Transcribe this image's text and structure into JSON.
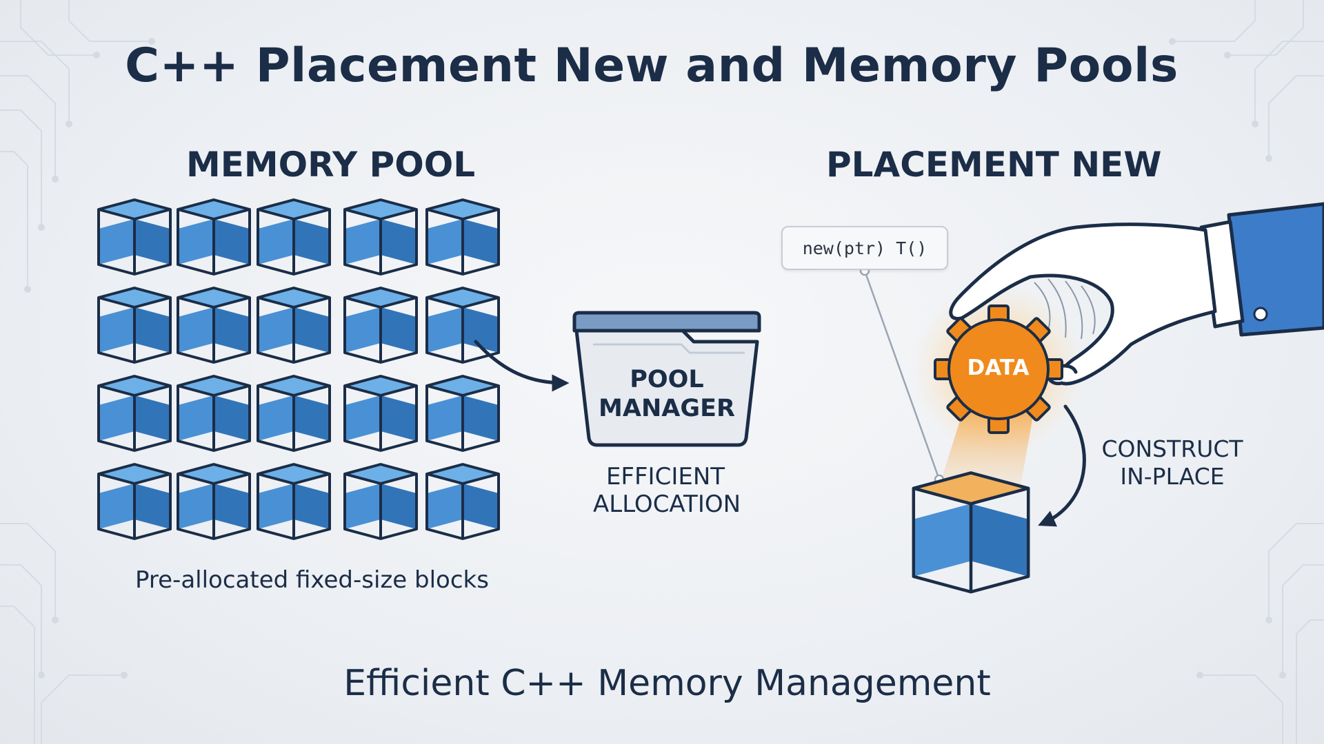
{
  "title": "C++ Placement New and Memory Pools",
  "memory_pool": {
    "heading": "MEMORY POOL",
    "caption": "Pre-allocated fixed-size blocks",
    "rows": 4,
    "columns": 5
  },
  "pool_manager": {
    "line1": "POOL",
    "line2": "MANAGER",
    "note_line1": "EFFICIENT",
    "note_line2": "ALLOCATION",
    "icon": "folder-icon"
  },
  "placement_new": {
    "heading": "PLACEMENT NEW",
    "code": "new(ptr) T()",
    "data_label": "DATA",
    "construct_line1": "CONSTRUCT",
    "construct_line2": "IN-PLACE",
    "icons": [
      "hand-icon",
      "gear-icon",
      "cube-icon"
    ]
  },
  "footer": "Efficient C++ Memory Management",
  "colors": {
    "text": "#1b2d47",
    "cube_front": "#4a90d4",
    "cube_top": "#6db0e8",
    "cube_side": "#3274b8",
    "gear": "#f08a1c",
    "sleeve": "#3d7cc9"
  }
}
